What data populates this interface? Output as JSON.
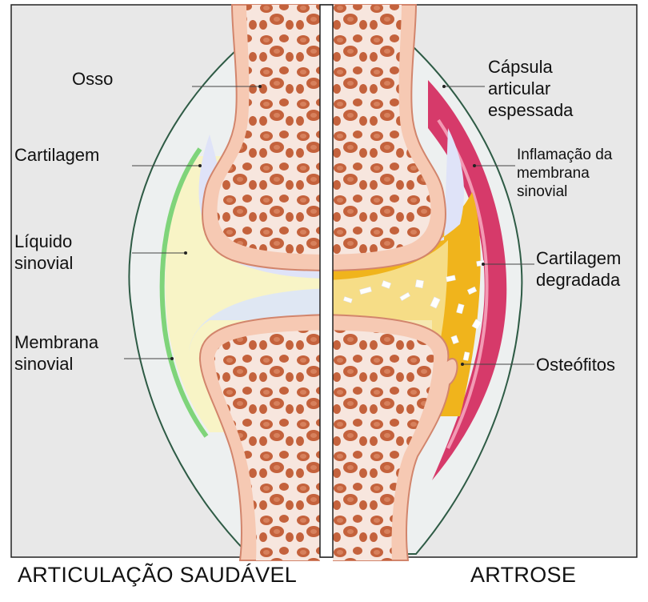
{
  "labels_left": {
    "osso": "Osso",
    "cartilagem": "Cartilagem",
    "liquido_sinovial": [
      "Líquido",
      "sinovial"
    ],
    "membrana_sinovial": [
      "Membrana",
      "sinovial"
    ]
  },
  "labels_right": {
    "capsula_articular": [
      "Cápsula",
      "articular",
      "espessada"
    ],
    "inflamacao_membrana": [
      "Inflamação da",
      "membrana",
      "sinovial"
    ],
    "cartilagem_degradada": [
      "Cartilagem",
      "degradada"
    ],
    "osteofitos": "Osteófitos"
  },
  "captions": {
    "healthy": "ARTICULAÇÃO SAUDÁVEL",
    "arthrosis": "ARTROSE"
  },
  "colors": {
    "background": "#e8e8e8",
    "capsule_fill": "#edf0f0",
    "capsule_line": "#2e5b45",
    "bone_fill": "#f6c9b3",
    "bone_outline": "#d2856c",
    "marrow_fill": "#c4623c",
    "cartilage": "#dfe3f8",
    "synovial_fluid": "#f8f4c6",
    "synovial_membrane": "#7fd47a",
    "inflamed_membrane": "#d63a6a",
    "degraded_fluid": "#f0b41c"
  }
}
